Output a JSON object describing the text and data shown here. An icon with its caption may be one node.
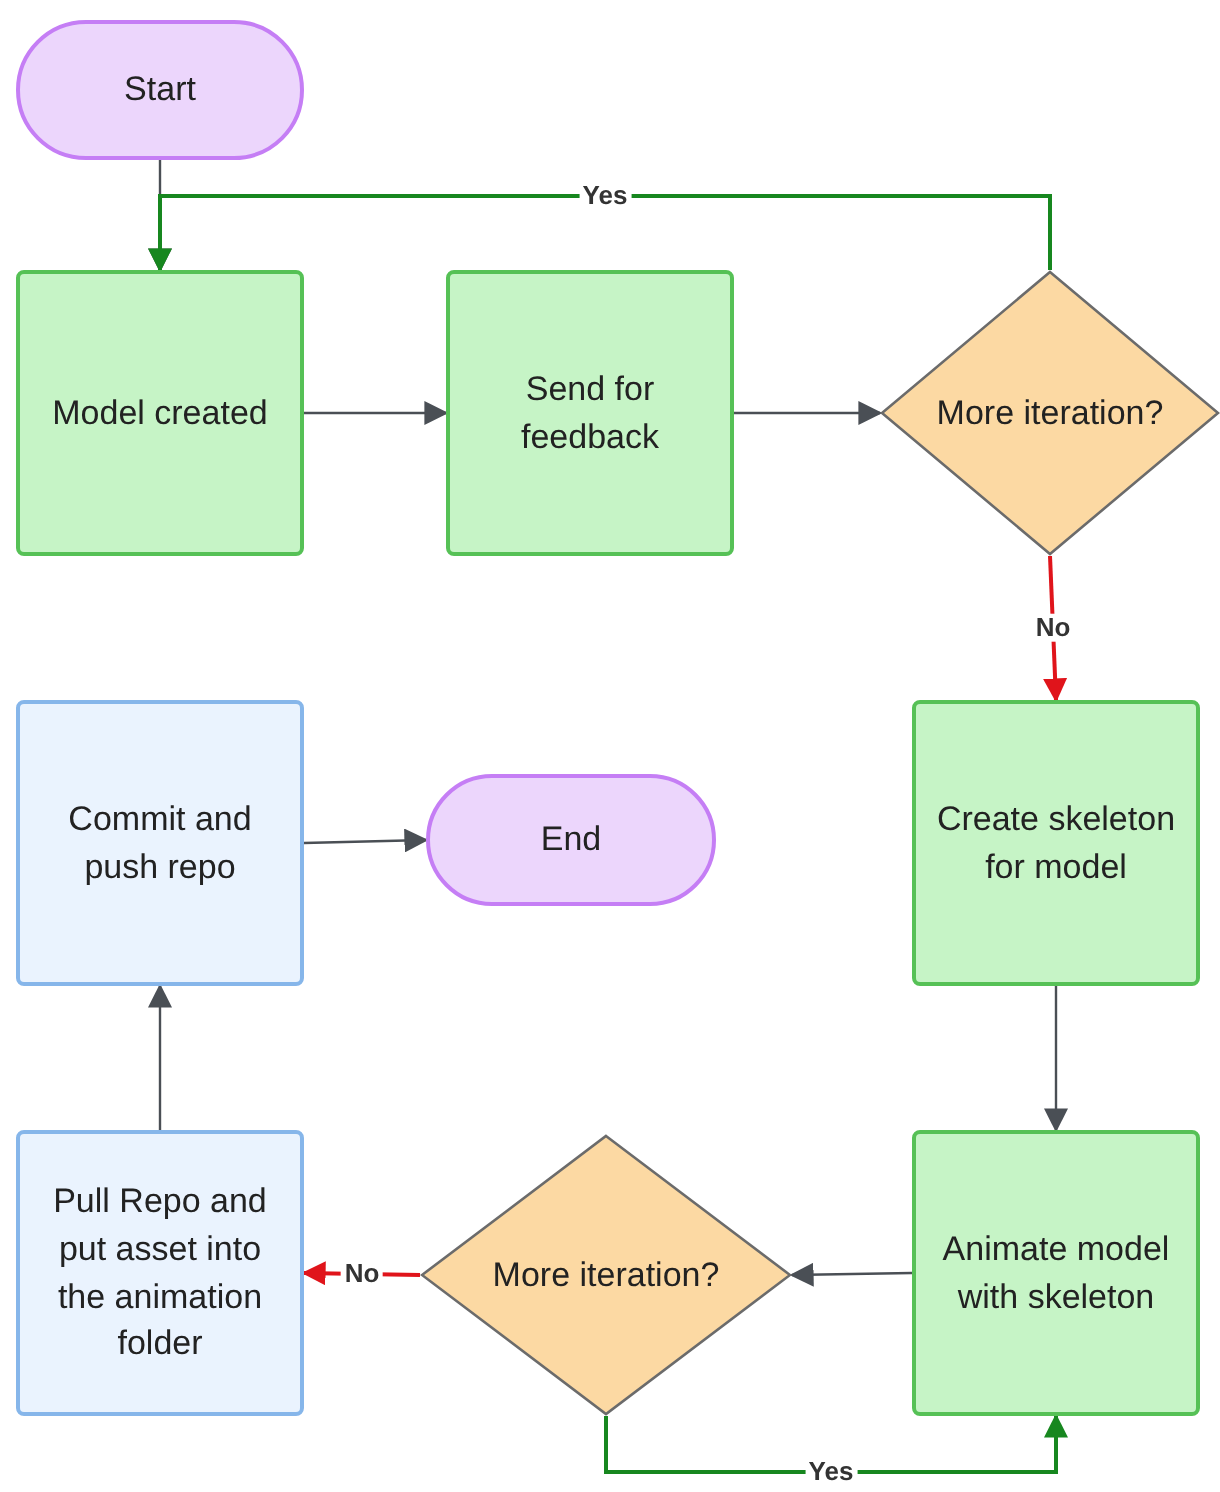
{
  "diagram": {
    "nodes": [
      {
        "text": [
          "Start"
        ]
      },
      {
        "text": [
          "Model created"
        ]
      },
      {
        "text": [
          "Send for feedback"
        ]
      },
      {
        "text": [
          "More iteration?"
        ]
      },
      {
        "text": [
          "Create skeleton for model"
        ]
      },
      {
        "text": [
          "Animate model with skeleton"
        ]
      },
      {
        "text": [
          "More iteration?"
        ]
      },
      {
        "text": [
          "Pull Repo and put asset into the animation folder"
        ]
      },
      {
        "text": [
          "Commit and push repo"
        ]
      },
      {
        "text": [
          "End"
        ]
      }
    ],
    "edges": [
      {
        "from": 0,
        "to": 1,
        "arrow": "to"
      },
      {
        "from": 1,
        "to": 2,
        "arrow": "to"
      },
      {
        "from": 2,
        "to": 3,
        "arrow": "to"
      },
      {
        "from": 3,
        "to": 1,
        "arrow": "to",
        "label": "Yes",
        "color": "#17871f"
      },
      {
        "from": 3,
        "to": 4,
        "arrow": "to",
        "label": "No",
        "color": "#e0141b"
      },
      {
        "from": 4,
        "to": 5,
        "arrow": "to"
      },
      {
        "from": 5,
        "to": 6,
        "arrow": "to"
      },
      {
        "from": 6,
        "to": 7,
        "arrow": "to",
        "label": "No",
        "color": "#e0141b"
      },
      {
        "from": 6,
        "to": 5,
        "arrow": "to",
        "label": "Yes",
        "color": "#17871f"
      },
      {
        "from": 7,
        "to": 8,
        "arrow": "to"
      },
      {
        "from": 8,
        "to": 9,
        "arrow": "to"
      }
    ]
  }
}
